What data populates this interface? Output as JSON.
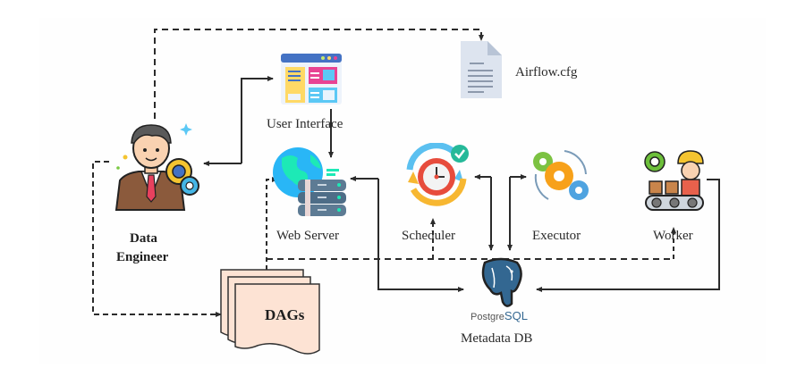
{
  "diagram": {
    "title": "Apache Airflow Architecture",
    "nodes": {
      "data_engineer": {
        "label_line1": "Data",
        "label_line2": "Engineer",
        "icon": "engineer-with-gears-icon"
      },
      "user_interface": {
        "label": "User Interface",
        "icon": "ui-dashboard-icon"
      },
      "airflow_cfg": {
        "label": "Airflow.cfg",
        "icon": "document-file-icon"
      },
      "web_server": {
        "label": "Web Server",
        "icon": "globe-server-icon"
      },
      "scheduler": {
        "label": "Scheduler",
        "icon": "clock-cycle-icon"
      },
      "executor": {
        "label": "Executor",
        "icon": "gears-icon"
      },
      "worker": {
        "label": "Worker",
        "icon": "worker-conveyor-icon"
      },
      "dags": {
        "label": "DAGs",
        "icon": "stacked-documents-icon"
      },
      "metadata_db": {
        "label": "Metadata DB",
        "logo_text_a": "Postgre",
        "logo_text_b": "SQL",
        "icon": "postgresql-elephant-icon"
      }
    },
    "edges": [
      {
        "from": "data_engineer",
        "to": "airflow_cfg",
        "style": "dashed"
      },
      {
        "from": "data_engineer",
        "to": "user_interface",
        "style": "solid",
        "bidirectional": true
      },
      {
        "from": "user_interface",
        "to": "web_server",
        "style": "solid"
      },
      {
        "from": "data_engineer",
        "to": "dags",
        "style": "dashed"
      },
      {
        "from": "dags",
        "to": "web_server",
        "style": "dashed"
      },
      {
        "from": "dags",
        "to": "scheduler",
        "style": "dashed"
      },
      {
        "from": "dags",
        "to": "worker",
        "style": "dashed"
      },
      {
        "from": "web_server",
        "to": "metadata_db",
        "style": "solid",
        "bidirectional": true
      },
      {
        "from": "scheduler",
        "to": "metadata_db",
        "style": "solid",
        "bidirectional": true
      },
      {
        "from": "executor",
        "to": "metadata_db",
        "style": "solid",
        "bidirectional": true
      },
      {
        "from": "worker",
        "to": "metadata_db",
        "style": "solid"
      }
    ],
    "colors": {
      "line": "#2b2b2b",
      "dags_fill": "#fde3d4",
      "postgres_blue": "#336791",
      "ui_blue": "#4472c4",
      "ui_yellow": "#ffd966",
      "ui_pink": "#e84393",
      "ui_cyan": "#5bc8f5"
    }
  }
}
